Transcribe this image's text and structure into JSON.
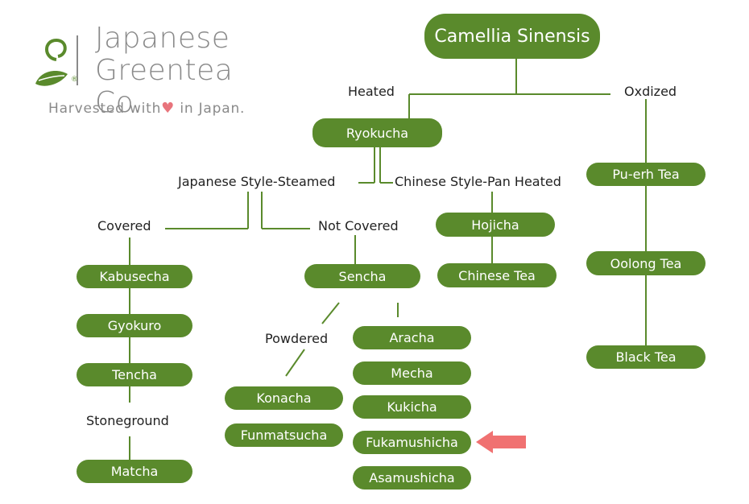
{
  "brand": {
    "name_line1": "Japanese",
    "name_line2": "Greentea Co.",
    "tagline_before": "Harvested with",
    "tagline_after": "in Japan.",
    "registered_mark": "®",
    "logo_icon": "tea-leaf-icon",
    "heart_icon": "heart-icon",
    "colors": {
      "text": "#8a8a8a",
      "leaf": "#5a8a2c",
      "heart": "#e8747c"
    }
  },
  "colors": {
    "node": "#5a8a2c",
    "line": "#5a8a2c",
    "arrow": "#f07171"
  },
  "nodes": {
    "camellia": "Camellia Sinensis",
    "ryokucha": "Ryokucha",
    "puerh": "Pu-erh Tea",
    "oolong": "Oolong Tea",
    "black": "Black Tea",
    "hojicha": "Hojicha",
    "chinese_tea": "Chinese Tea",
    "kabusecha": "Kabusecha",
    "gyokuro": "Gyokuro",
    "tencha": "Tencha",
    "matcha": "Matcha",
    "sencha": "Sencha",
    "konacha": "Konacha",
    "funmatsucha": "Funmatsucha",
    "aracha": "Aracha",
    "mecha": "Mecha",
    "kukicha": "Kukicha",
    "fukamushicha": "Fukamushicha",
    "asamushicha": "Asamushicha"
  },
  "labels": {
    "heated": "Heated",
    "oxdized": "Oxdized",
    "japanese_style": "Japanese Style-Steamed",
    "chinese_style": "Chinese Style-Pan Heated",
    "covered": "Covered",
    "not_covered": "Not Covered",
    "powdered": "Powdered",
    "stoneground": "Stoneground"
  },
  "highlight": {
    "target": "Fukamushicha",
    "icon": "arrow-left-icon"
  }
}
